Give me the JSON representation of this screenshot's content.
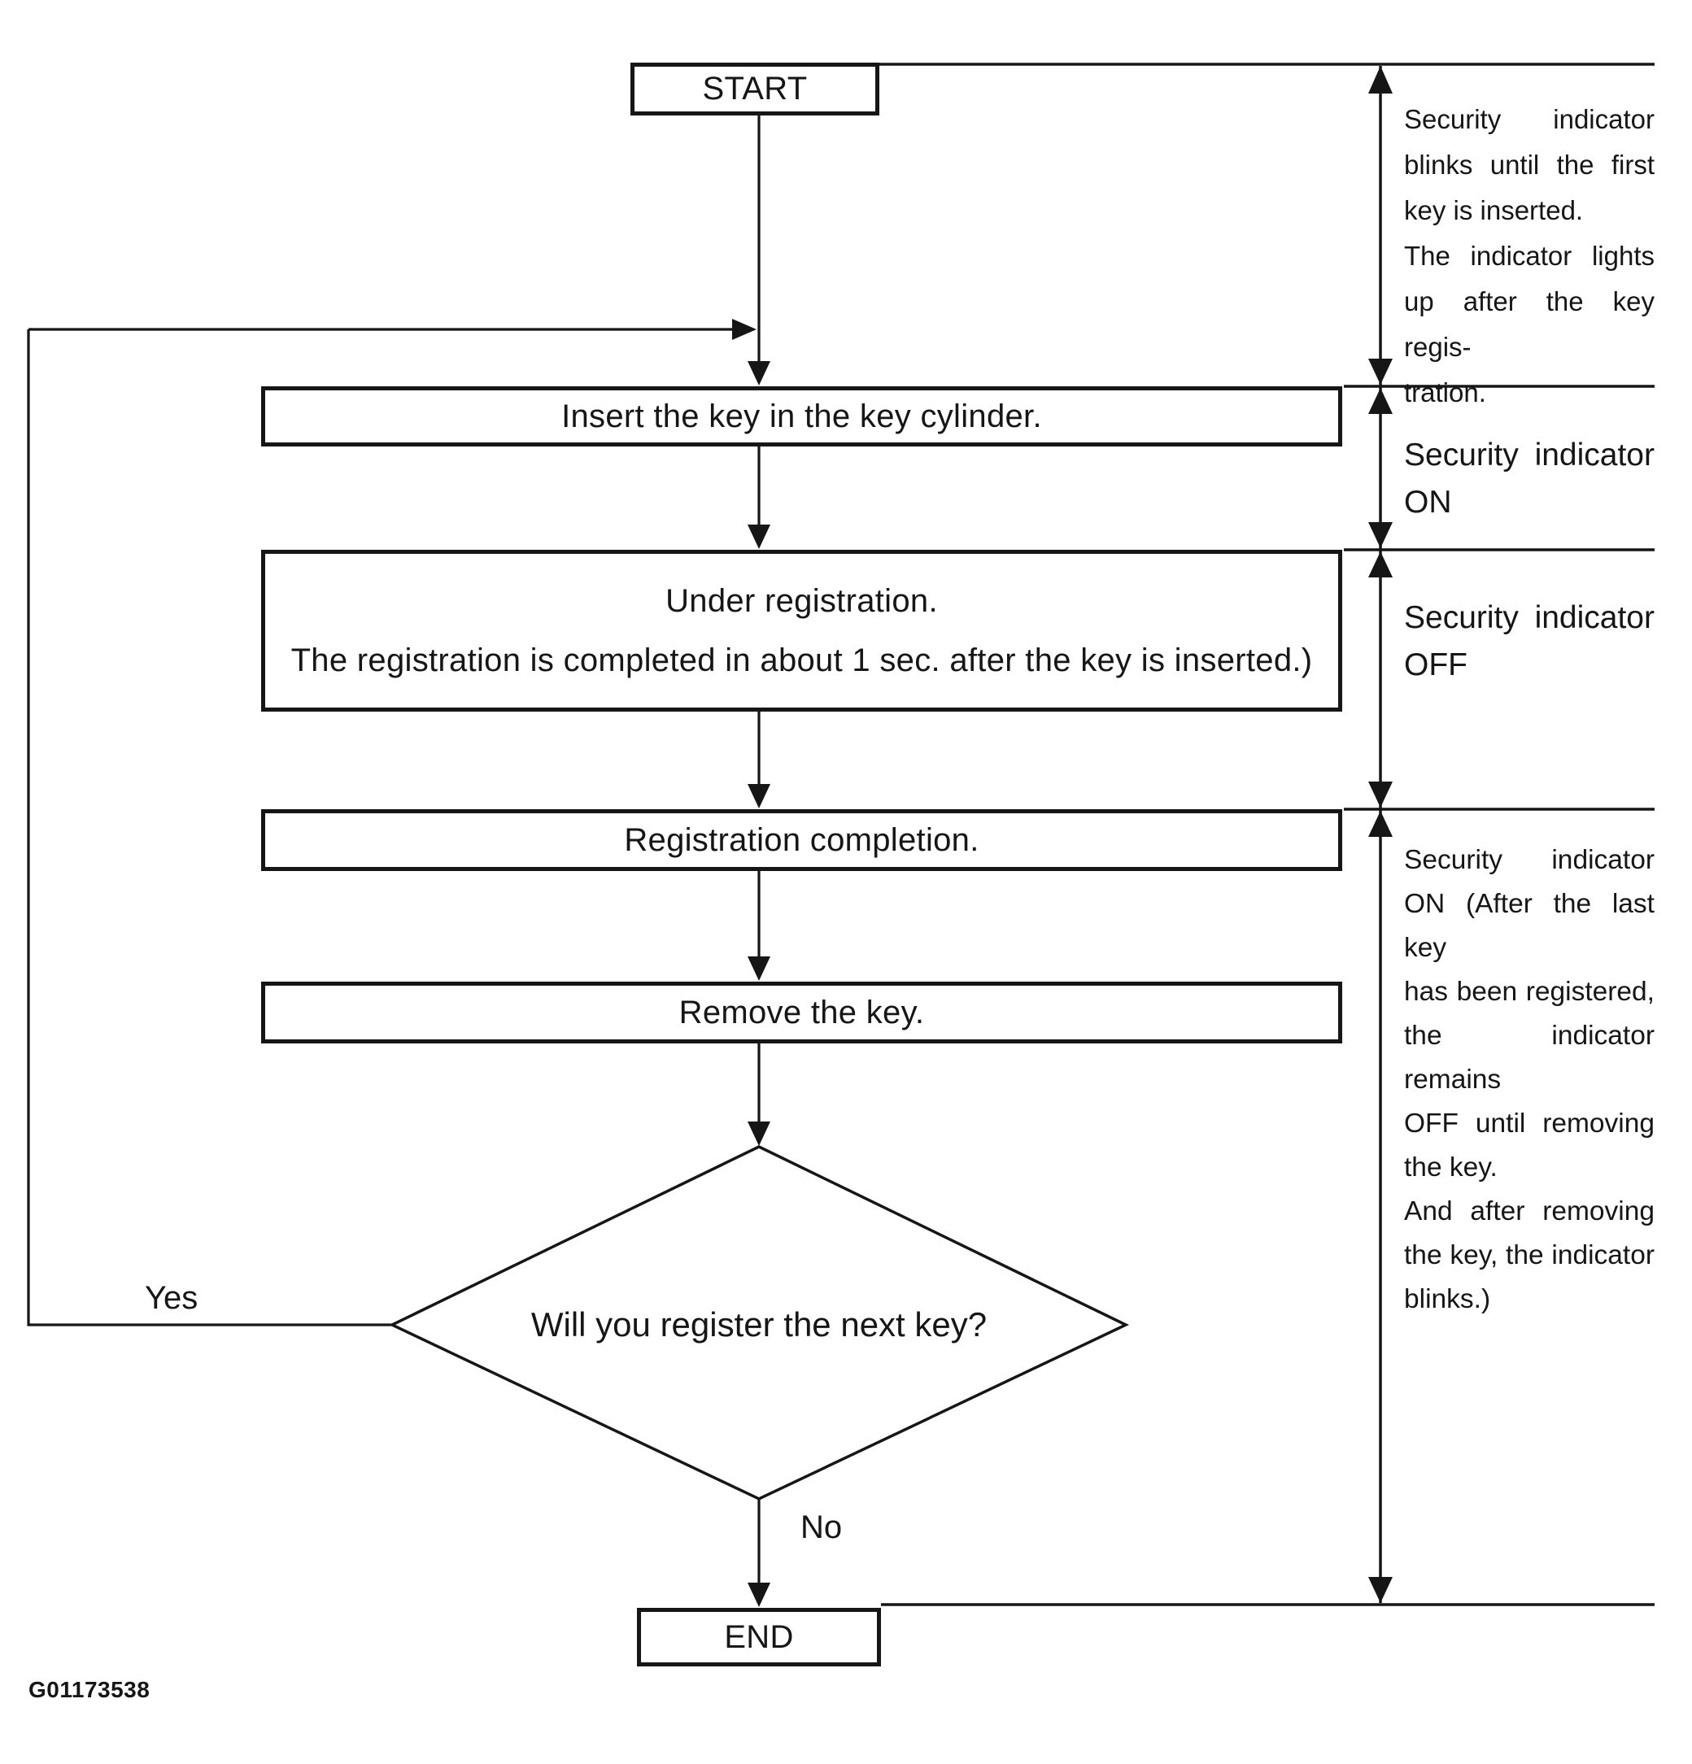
{
  "figure_code": "G01173538",
  "colors": {
    "ink": "#161616",
    "paper": "#ffffff"
  },
  "flowchart": {
    "nodes": {
      "start": {
        "label": "START"
      },
      "insert_key": {
        "label": "Insert the key in the key cylinder."
      },
      "under_registration": {
        "line1": "Under registration.",
        "line2": "The registration is completed in about 1 sec. after the key is inserted.)"
      },
      "registration_completion": {
        "label": "Registration completion."
      },
      "remove_key": {
        "label": "Remove the key."
      },
      "decision": {
        "label": "Will you register the next key?",
        "yes_label": "Yes",
        "no_label": "No"
      },
      "end": {
        "label": "END"
      }
    },
    "annotations": [
      {
        "id": "blink-note",
        "lines": [
          "Security indicator",
          "blinks until the first",
          "key is inserted.",
          "The indicator lights",
          "up after the key regis-",
          "tration."
        ]
      },
      {
        "id": "indicator-on",
        "lines": [
          "Security indicator",
          "ON"
        ]
      },
      {
        "id": "indicator-off",
        "lines": [
          "Security indicator",
          "OFF"
        ]
      },
      {
        "id": "indicator-on-after-last",
        "lines": [
          "Security indicator",
          "ON (After the last key",
          "has been registered,",
          "the indicator remains",
          "OFF until removing",
          "the key.",
          "And after removing",
          "the key, the indicator",
          "blinks.)"
        ]
      }
    ]
  }
}
